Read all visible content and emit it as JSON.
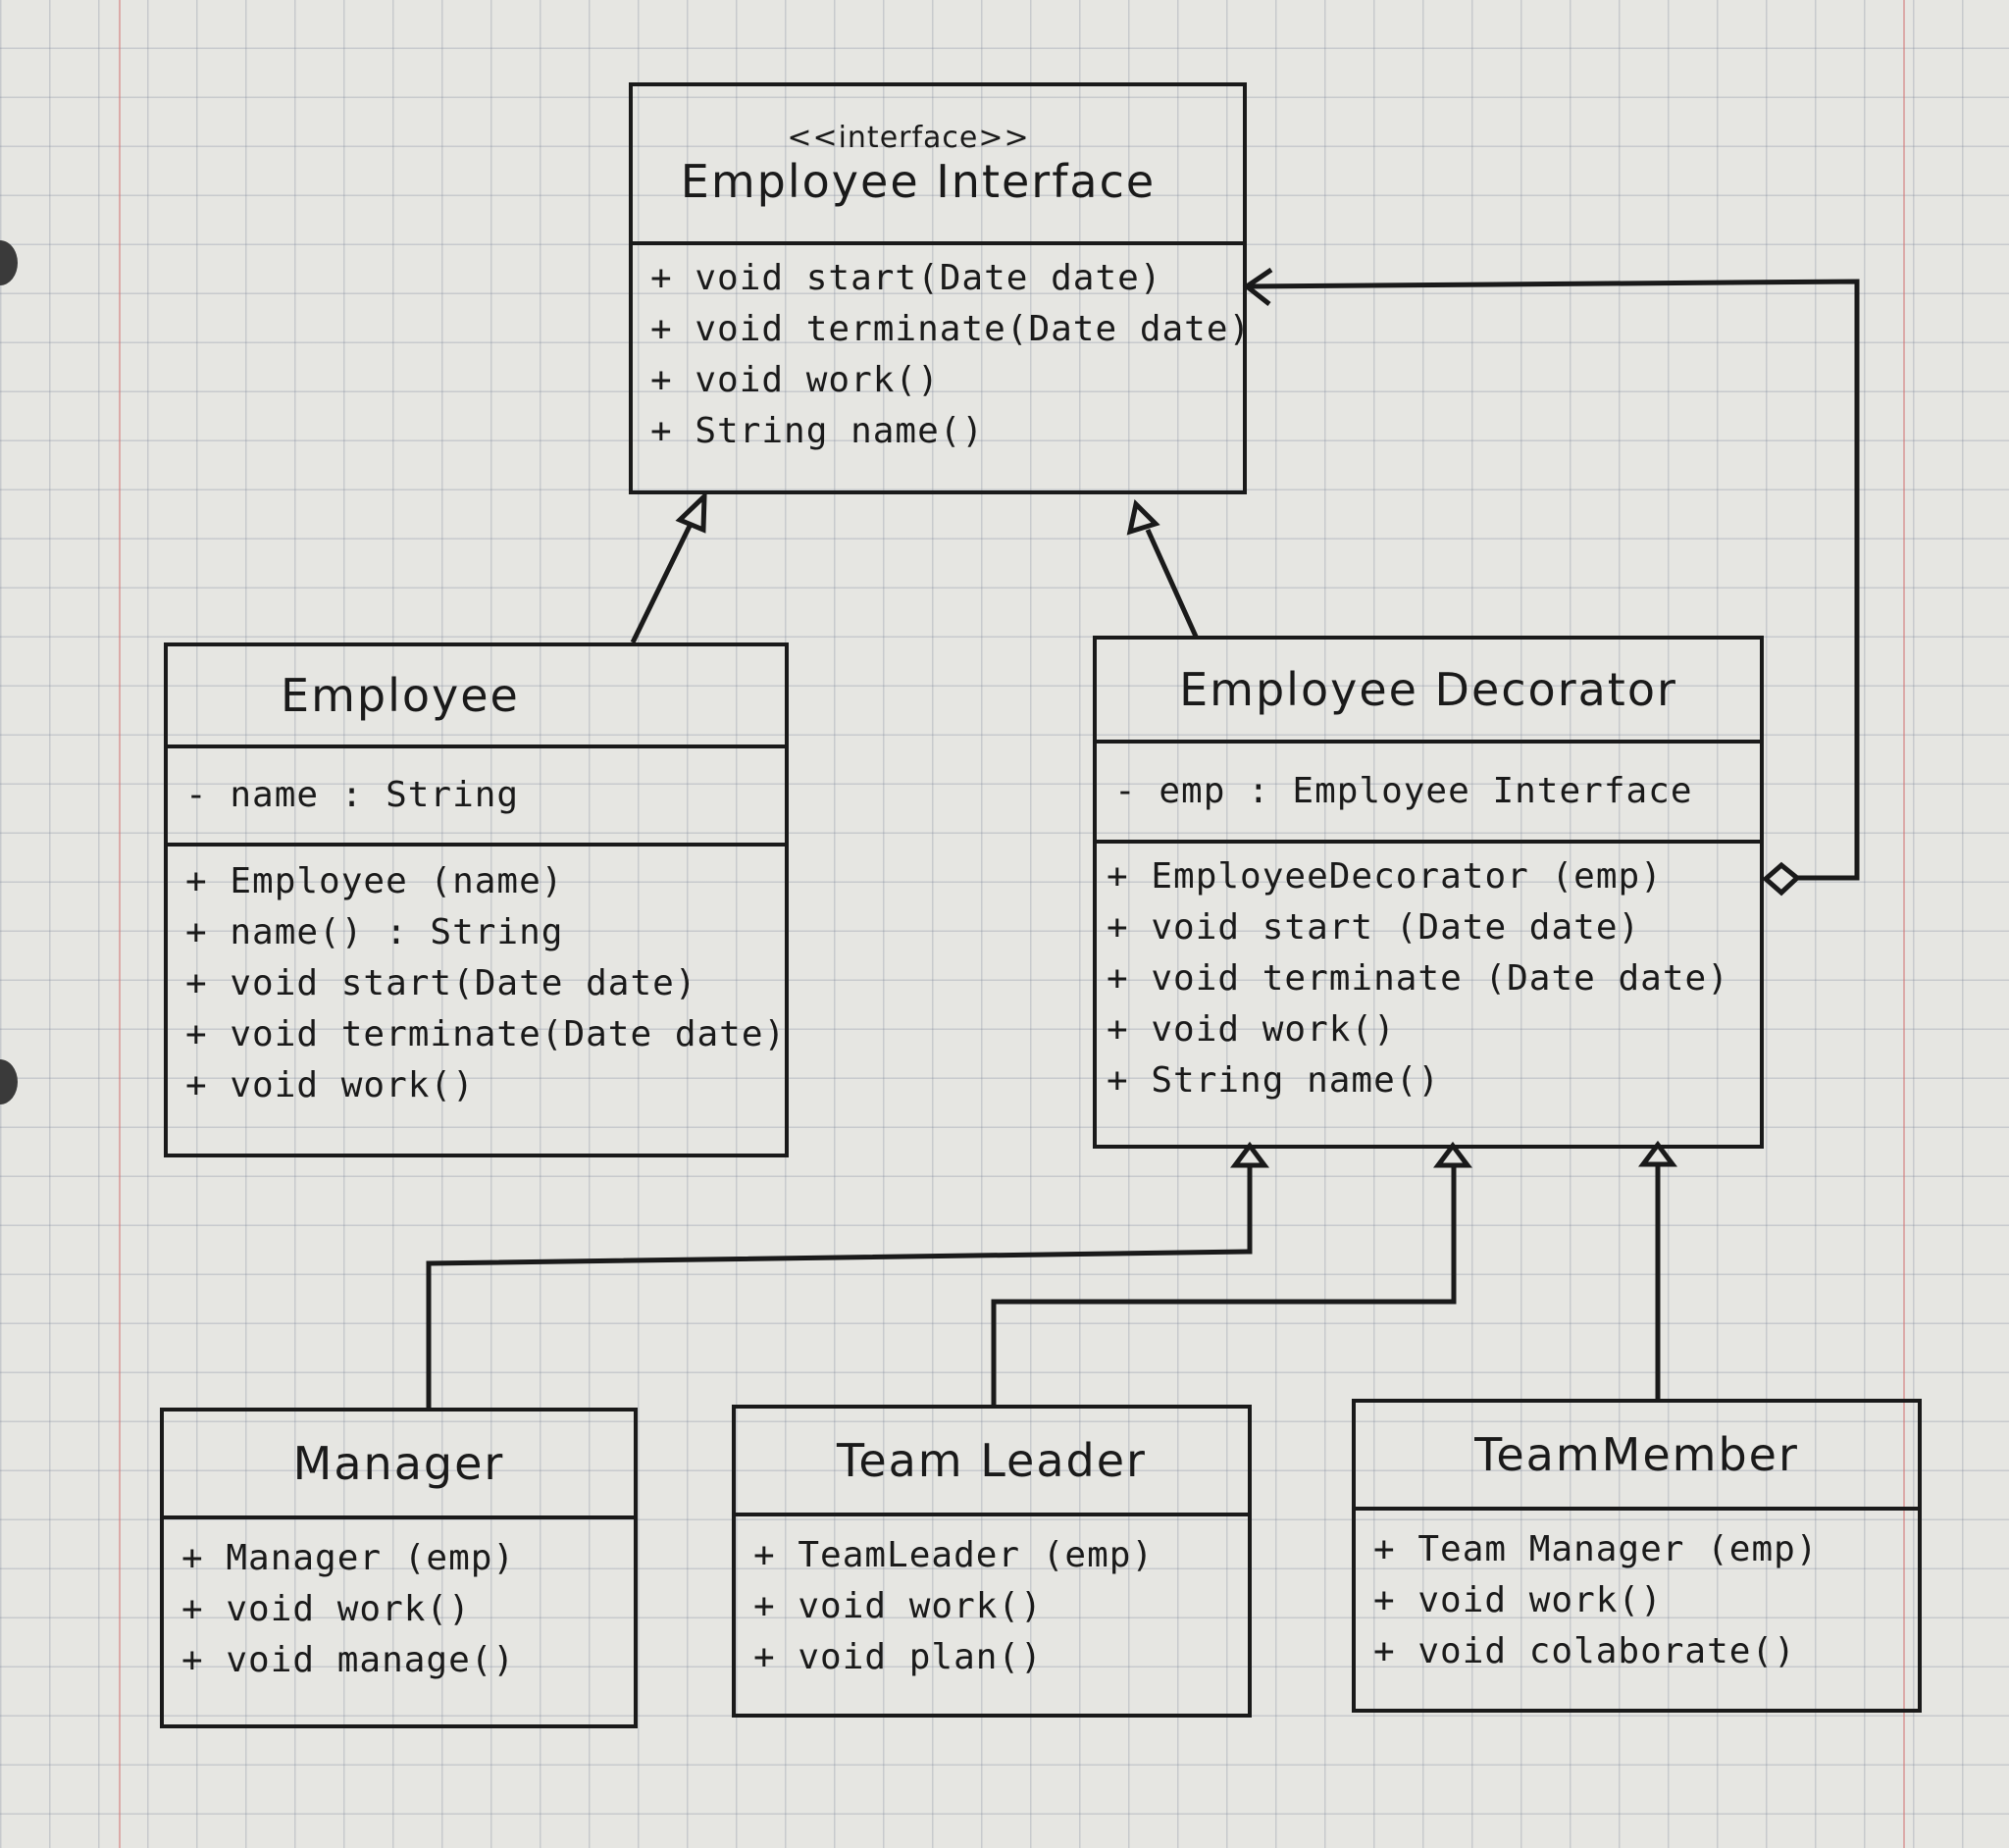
{
  "classes": {
    "interface": {
      "stereotype": "<<interface>>",
      "name": "Employee Interface",
      "operations": [
        "+ void start(Date date)",
        "+ void terminate(Date date)",
        "+ void work()",
        "+ String name()"
      ]
    },
    "employee": {
      "name": "Employee",
      "attributes": [
        "- name : String"
      ],
      "operations": [
        "+ Employee (name)",
        "+ name() : String",
        "+ void start(Date date)",
        "+ void terminate(Date date)",
        "+ void work()"
      ]
    },
    "decorator": {
      "name": "Employee Decorator",
      "attributes": [
        "- emp : Employee Interface"
      ],
      "operations": [
        "+ EmployeeDecorator (emp)",
        "+ void start (Date date)",
        "+ void terminate (Date date)",
        "+ void work()",
        "+ String name()"
      ]
    },
    "manager": {
      "name": "Manager",
      "operations": [
        "+ Manager (emp)",
        "+ void work()",
        "+ void manage()"
      ]
    },
    "team_leader": {
      "name": "Team Leader",
      "operations": [
        "+ TeamLeader (emp)",
        "+ void work()",
        "+ void plan()"
      ]
    },
    "team_member": {
      "name": "TeamMember",
      "operations": [
        "+ Team Manager (emp)",
        "+ void work()",
        "+ void colaborate()"
      ]
    }
  },
  "relationships": [
    {
      "type": "realization",
      "from": "Employee",
      "to": "Employee Interface"
    },
    {
      "type": "realization",
      "from": "Employee Decorator",
      "to": "Employee Interface"
    },
    {
      "type": "aggregation",
      "from": "Employee Decorator",
      "to": "Employee Interface"
    },
    {
      "type": "generalization",
      "from": "Manager",
      "to": "Employee Decorator"
    },
    {
      "type": "generalization",
      "from": "Team Leader",
      "to": "Employee Decorator"
    },
    {
      "type": "generalization",
      "from": "TeamMember",
      "to": "Employee Decorator"
    }
  ]
}
